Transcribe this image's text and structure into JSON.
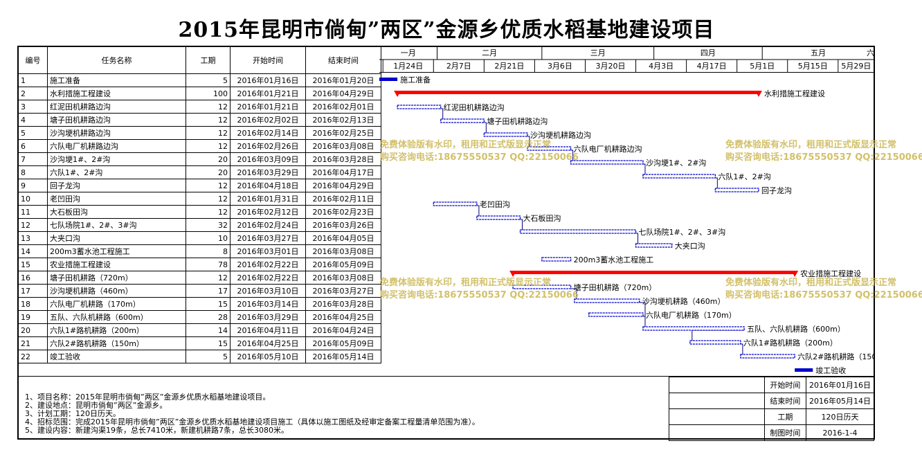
{
  "title": "2015年昆明市倘甸”两区”金源乡优质水稻基地建设项目",
  "columns": {
    "id": "编号",
    "name": "任务名称",
    "duration": "工期",
    "start": "开始时间",
    "end": "结束时间"
  },
  "months": [
    "一月",
    "二月",
    "三月",
    "四月",
    "五月",
    "六月"
  ],
  "week_labels": [
    "1月24日",
    "2月7日",
    "2月21日",
    "3月6日",
    "3月20日",
    "4月3日",
    "4月17日",
    "5月1日",
    "5月15日",
    "5月29日"
  ],
  "tasks": [
    {
      "id": "1",
      "name": "施工准备",
      "duration": "5",
      "start": "2016年01月16日",
      "end": "2016年01月20日"
    },
    {
      "id": "2",
      "name": "水利措施工程建设",
      "duration": "100",
      "start": "2016年01月21日",
      "end": "2016年04月29日"
    },
    {
      "id": "3",
      "name": "红泥田机耕路边沟",
      "duration": "12",
      "start": "2016年01月21日",
      "end": "2016年02月01日"
    },
    {
      "id": "4",
      "name": "塘子田机耕路边沟",
      "duration": "12",
      "start": "2016年02月02日",
      "end": "2016年02月13日"
    },
    {
      "id": "5",
      "name": "沙沟埂机耕路边沟",
      "duration": "12",
      "start": "2016年02月14日",
      "end": "2016年02月25日"
    },
    {
      "id": "6",
      "name": "六队电厂机耕路边沟",
      "duration": "12",
      "start": "2016年02月26日",
      "end": "2016年03月08日"
    },
    {
      "id": "7",
      "name": "沙沟埂1#、2#沟",
      "duration": "20",
      "start": "2016年03月09日",
      "end": "2016年03月28日"
    },
    {
      "id": "8",
      "name": "六队1#、2#沟",
      "duration": "20",
      "start": "2016年03月29日",
      "end": "2016年04月17日"
    },
    {
      "id": "9",
      "name": "回子龙沟",
      "duration": "12",
      "start": "2016年04月18日",
      "end": "2016年04月29日"
    },
    {
      "id": "10",
      "name": "老凹田沟",
      "duration": "12",
      "start": "2016年01月31日",
      "end": "2016年02月11日"
    },
    {
      "id": "11",
      "name": "大石板田沟",
      "duration": "12",
      "start": "2016年02月12日",
      "end": "2016年02月23日"
    },
    {
      "id": "12",
      "name": "七队场院1#、2#、3#沟",
      "duration": "32",
      "start": "2016年02月24日",
      "end": "2016年03月26日"
    },
    {
      "id": "13",
      "name": "大夹口沟",
      "duration": "10",
      "start": "2016年03月27日",
      "end": "2016年04月05日"
    },
    {
      "id": "14",
      "name": "200m3蓄水池工程施工",
      "duration": "8",
      "start": "2016年03月01日",
      "end": "2016年03月08日"
    },
    {
      "id": "15",
      "name": "农业措施工程建设",
      "duration": "78",
      "start": "2016年02月22日",
      "end": "2016年05月09日"
    },
    {
      "id": "16",
      "name": "塘子田机耕路（720m）",
      "duration": "12",
      "start": "2016年02月22日",
      "end": "2016年03月08日"
    },
    {
      "id": "17",
      "name": "沙沟埂机耕路（460m）",
      "duration": "17",
      "start": "2016年03月10日",
      "end": "2016年03月27日"
    },
    {
      "id": "18",
      "name": "六队电厂机耕路（170m）",
      "duration": "15",
      "start": "2016年03月14日",
      "end": "2016年03月28日"
    },
    {
      "id": "19",
      "name": "五队、六队机耕路（600m）",
      "duration": "28",
      "start": "2016年03月29日",
      "end": "2016年04月25日"
    },
    {
      "id": "20",
      "name": "六队1#路机耕路（200m）",
      "duration": "14",
      "start": "2016年04月11日",
      "end": "2016年04月24日"
    },
    {
      "id": "21",
      "name": "六队2#路机耕路（150m）",
      "duration": "15",
      "start": "2016年04月25日",
      "end": "2016年05月09日"
    },
    {
      "id": "22",
      "name": "竣工验收",
      "duration": "5",
      "start": "2016年05月10日",
      "end": "2016年05月14日"
    }
  ],
  "notes": [
    "1、项目名称：2015年昆明市倘甸”两区”金源乡优质水稻基地建设项目。",
    "2、建设地点：昆明市倘甸”两区”金源乡。",
    "3、计划工期：120日历天。",
    "4、招标范围：完成2015年昆明市倘甸”两区”金源乡优质水稻基地建设项目施工（具体以施工图纸及经审定备案工程量清单范围为准）。",
    "5、建设内容：新建沟渠19条，总长7410米，新建机耕路7条，总长3080米。"
  ],
  "info": {
    "start_label": "开始时间",
    "start_value": "2016年01月16日",
    "end_label": "结束时间",
    "end_value": "2016年05月14日",
    "duration_label": "工期",
    "duration_value": "120日历天",
    "drawn_label": "制图时间",
    "drawn_value": "2016-1-4"
  },
  "watermark": {
    "line1": "免费体验版有水印，租用和正式版显示正常",
    "line2": "购买咨询电话:18675550537 QQ:22150066"
  },
  "colors": {
    "summary_bar": "#ff0000",
    "task_bar": "#0000cc",
    "task_fill": "#ffffff",
    "link": "#000080",
    "watermark": "#cdb95a"
  },
  "chart_data": {
    "type": "gantt",
    "x_start": "2016-01-16",
    "x_end": "2016-06-01",
    "summary_ids": [
      "2",
      "15"
    ],
    "milestone_style_ids": [
      "1",
      "22"
    ],
    "links": [
      [
        "3",
        "4"
      ],
      [
        "4",
        "5"
      ],
      [
        "5",
        "6"
      ],
      [
        "6",
        "7"
      ],
      [
        "7",
        "8"
      ],
      [
        "8",
        "9"
      ],
      [
        "10",
        "11"
      ],
      [
        "11",
        "12"
      ],
      [
        "12",
        "13"
      ],
      [
        "16",
        "17"
      ],
      [
        "17",
        "19"
      ],
      [
        "18",
        "19"
      ],
      [
        "19",
        "20"
      ],
      [
        "20",
        "21"
      ]
    ]
  }
}
